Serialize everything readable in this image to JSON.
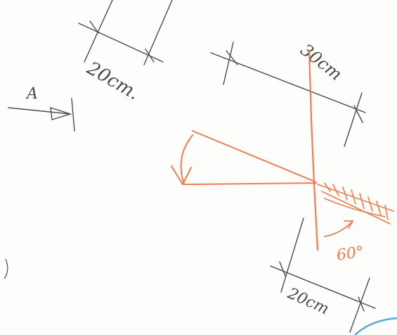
{
  "labels": {
    "dim_top_left": "20cm.",
    "dim_top_right": "30cm",
    "view_arrow": "A",
    "angle": "60°",
    "dim_bottom": "20cm"
  },
  "colors": {
    "pencil": "#4a4a4a",
    "orange": "#ef7d52",
    "seal": "#5aa9d6"
  }
}
